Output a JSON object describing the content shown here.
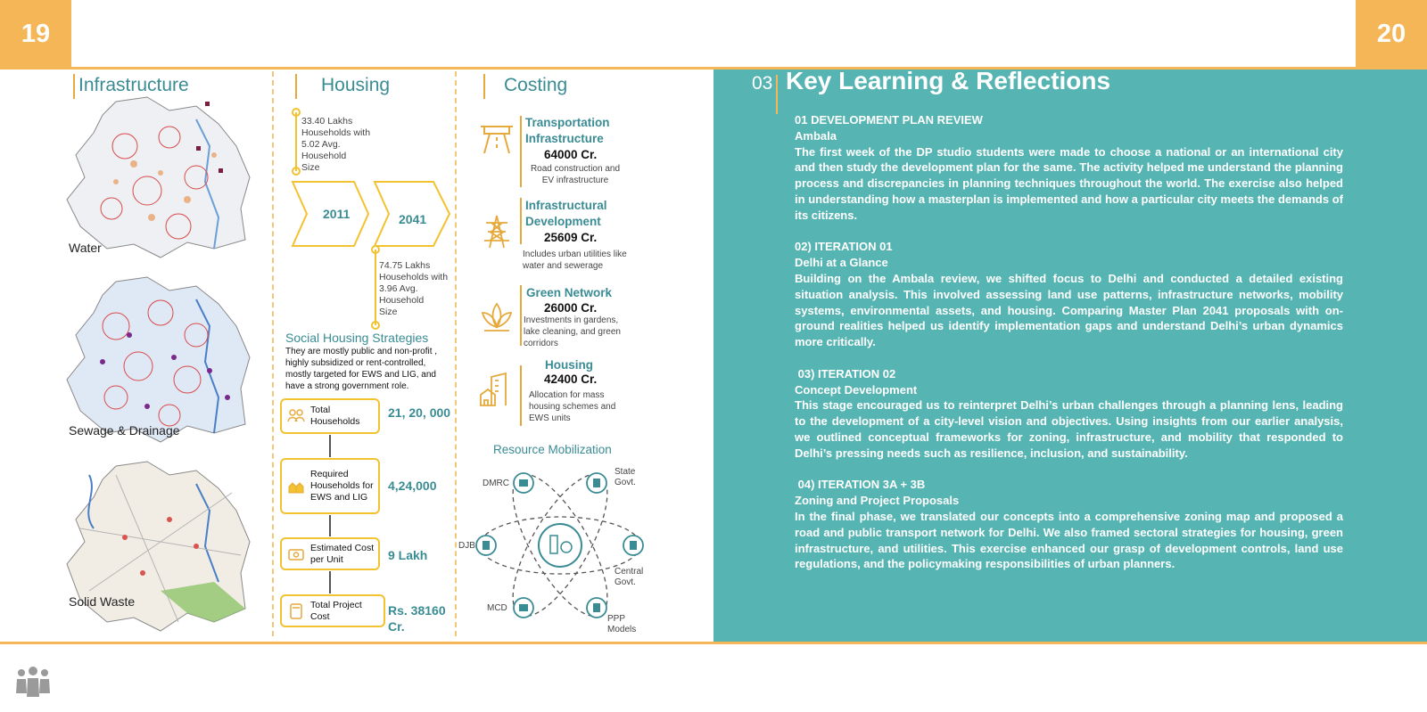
{
  "page_numbers": {
    "left": "19",
    "right": "20"
  },
  "infrastructure": {
    "title": "Infrastructure",
    "maps": [
      {
        "label": "Water"
      },
      {
        "label": "Sewage & Drainage"
      },
      {
        "label": "Solid Waste"
      }
    ]
  },
  "housing": {
    "title": "Housing",
    "y2011": "2011",
    "y2041": "2041",
    "note_2011": [
      "33.40 Lakhs",
      "Households with",
      "5.02 Avg.",
      "Household",
      "Size"
    ],
    "note_2041": [
      "74.75 Lakhs",
      "Households with",
      "3.96 Avg.",
      "Household",
      "Size"
    ],
    "social_title": "Social Housing Strategies",
    "social_text": "They are mostly public and non-profit , highly subsidized or rent-controlled, mostly targeted for EWS and LIG, and have a strong government role.",
    "steps": [
      {
        "label": "Total Households",
        "value": "21, 20, 000"
      },
      {
        "label": "Required Households for EWS and LIG",
        "value": "4,24,000"
      },
      {
        "label": "Estimated Cost per Unit",
        "value": "9 Lakh"
      },
      {
        "label": "Total Project Cost",
        "value": "Rs. 38160 Cr."
      }
    ]
  },
  "costing": {
    "title": "Costing",
    "items": [
      {
        "title": "Transportation Infrastructure",
        "value": "64000 Cr.",
        "desc": "Road construction and EV infrastructure",
        "icon": "road-icon"
      },
      {
        "title": "Infrastructural Development",
        "value": "25609 Cr.",
        "desc": "Includes urban utilities like water and sewerage",
        "icon": "tower-icon"
      },
      {
        "title": "Green Network",
        "value": "26000 Cr.",
        "desc": "Investments in gardens, lake cleaning, and green corridors",
        "icon": "lotus-icon"
      },
      {
        "title": "Housing",
        "value": "42400 Cr.",
        "desc": "Allocation for mass housing schemes and EWS units",
        "icon": "buildings-icon"
      }
    ],
    "resource_title": "Resource Mobilization",
    "resource_nodes": [
      "DMRC",
      "State Govt.",
      "DJB",
      "Central Govt.",
      "MCD",
      "PPP Models"
    ]
  },
  "reflections": {
    "number": "03",
    "title": "Key Learning & Reflections",
    "sections": [
      {
        "heading": "01 DEVELOPMENT PLAN REVIEW",
        "subheading": "Ambala",
        "text": "The first week of the DP studio students were made to choose a national or an international city and then study the development plan for the same. The activity helped me understand the planning process and discrepancies in planning techniques throughout the world. The exercise also helped in understanding how a masterplan is implemented and how a particular city meets the demands of its citizens."
      },
      {
        "heading": "02) ITERATION 01",
        "subheading": "Delhi at a Glance",
        "text": "Building on the Ambala review, we shifted focus to Delhi and conducted a detailed existing situation analysis. This involved assessing land use patterns, infrastructure networks, mobility systems, environmental assets, and housing. Comparing Master Plan 2041 proposals with on-ground realities helped us identify implementation gaps and understand Delhi’s urban dynamics more critically."
      },
      {
        "heading": " 03) ITERATION 02",
        "subheading": "Concept Development",
        "text": "This stage encouraged us to reinterpret Delhi’s urban challenges through a planning lens, leading to the development of a city-level vision and objectives. Using insights from our earlier analysis, we outlined conceptual frameworks for zoning, infrastructure, and mobility that responded to Delhi’s pressing needs such as resilience, inclusion, and sustainability."
      },
      {
        "heading": " 04) ITERATION 3A + 3B",
        "subheading": "Zoning and Project Proposals",
        "text": "In the final phase, we translated our concepts into a comprehensive zoning map and proposed a road and public transport network for Delhi. We also framed sectoral strategies for housing, green infrastructure, and utilities. This exercise enhanced our grasp of development controls, land use regulations, and the policymaking responsibilities of urban planners."
      }
    ]
  },
  "colors": {
    "accent": "#f4b657",
    "teal": "#56b4b2",
    "heading_teal": "#3a8c94",
    "gold": "#f2c230"
  }
}
